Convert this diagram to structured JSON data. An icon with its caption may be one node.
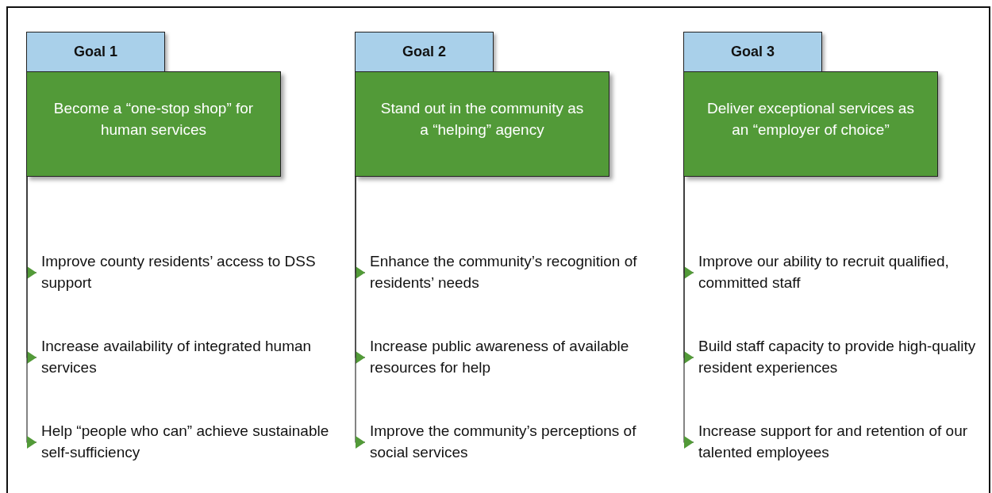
{
  "diagram": {
    "nodes": [
      {
        "text": [
          "Goal 1"
        ]
      },
      {
        "text": [
          "Become a “one-stop shop” for human services"
        ]
      },
      {
        "text": [
          "Improve county residents’ access to DSS support"
        ]
      },
      {
        "text": [
          "Increase availability of integrated human services"
        ]
      },
      {
        "text": [
          "Help “people who can” achieve sustainable self-sufficiency"
        ]
      },
      {
        "text": [
          "Goal 2"
        ]
      },
      {
        "text": [
          "Stand out in the community as a “helping” agency"
        ]
      },
      {
        "text": [
          "Enhance the community’s recognition of residents’ needs"
        ]
      },
      {
        "text": [
          "Increase public awareness of available resources for help"
        ]
      },
      {
        "text": [
          "Improve the community’s perceptions of social services"
        ]
      },
      {
        "text": [
          "Goal 3"
        ]
      },
      {
        "text": [
          "Deliver exceptional services as an “employer of choice”"
        ]
      },
      {
        "text": [
          "Improve our ability to recruit qualified, committed staff"
        ]
      },
      {
        "text": [
          "Build staff capacity to provide high-quality resident experiences"
        ]
      },
      {
        "text": [
          "Increase support for and retention of our talented employees"
        ]
      }
    ],
    "edges": [
      {
        "from": 1,
        "to": 2,
        "arrow": "to"
      },
      {
        "from": 1,
        "to": 3,
        "arrow": "to"
      },
      {
        "from": 1,
        "to": 4,
        "arrow": "to"
      },
      {
        "from": 6,
        "to": 7,
        "arrow": "to"
      },
      {
        "from": 6,
        "to": 8,
        "arrow": "to"
      },
      {
        "from": 6,
        "to": 9,
        "arrow": "to"
      },
      {
        "from": 11,
        "to": 12,
        "arrow": "to"
      },
      {
        "from": 11,
        "to": 13,
        "arrow": "to"
      },
      {
        "from": 11,
        "to": 14,
        "arrow": "to"
      }
    ]
  }
}
